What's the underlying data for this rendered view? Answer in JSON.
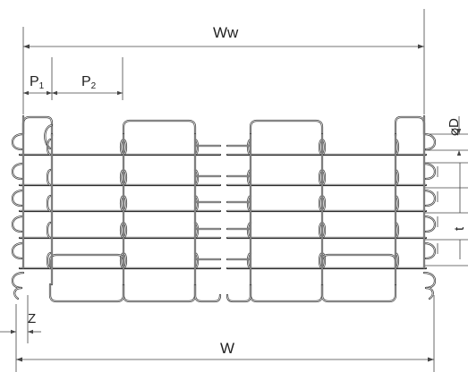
{
  "labels": {
    "overall_inner_width": "Ww",
    "pitch_1": "P",
    "pitch_1_sub": "1",
    "pitch_2": "P",
    "pitch_2_sub": "2",
    "wire_diameter": "⌀D",
    "thickness": "t",
    "edge_offset": "Z",
    "overall_width": "W"
  }
}
